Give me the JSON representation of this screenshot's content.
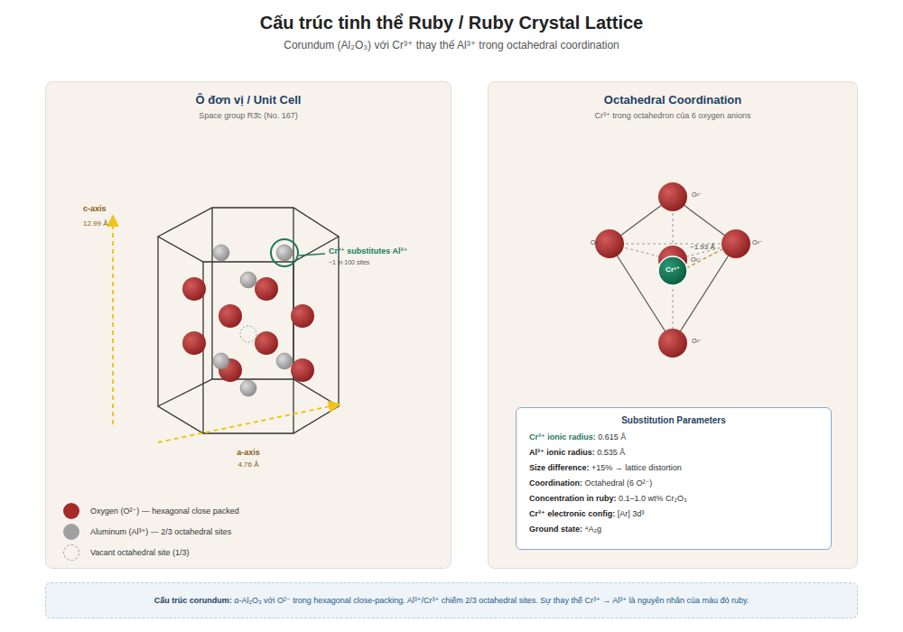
{
  "diagram": {
    "title": "Cấu trúc tinh thể Ruby / Ruby Crystal Lattice",
    "caption": "Cấu trúc corundum: α-Al₂O₃ với O²⁻ trong hexagonal close-packing. Al³⁺/Cr³⁺ chiếm 2/3 octahedral sites. Sự thay thế Cr³⁺ → Al³⁺ là nguyên nhân của màu đỏ ruby.",
    "nodes": [
      {
        "text": [
          "Ô đơn vị / Unit Cell",
          "Space group R3̄c (No. 167)"
        ]
      },
      {
        "text": [
          "Octahedral Coordination",
          "Cr³⁺ trong octahedron của 6 oxygen anions"
        ]
      },
      {
        "text": [
          "Substitution Parameters",
          "Cr³⁺ ionic radius: 0.615 Å",
          "Al³⁺ ionic radius: 0.535 Å",
          "Size difference: +15% → lattice distortion",
          "Coordination: Octahedral (6 O²⁻)",
          "Concentration in ruby: 0.1–1.0 wt% Cr₂O₃",
          "Cr³⁺ electronic config: [Ar] 3d³",
          "Ground state: ⁴A₂g"
        ],
        "in": 1
      }
    ],
    "labels": [
      "Corundum (Al₂O₃) với Cr³⁺ thay thế Al³⁺ trong octahedral coordination",
      "c-axis",
      "12.99 Å",
      "Cr³⁺ substitutes Al³⁺",
      "~1 in 100 sites",
      "a-axis",
      "4.76 Å",
      "O²⁻",
      "O²⁻",
      "O²⁻",
      "~1.93 Å",
      "O²⁻",
      "Cr³⁺",
      "O²⁻"
    ],
    "legend": [
      {
        "text": "Oxygen (O²⁻) — hexagonal close packed",
        "color": "#a52a2a"
      },
      {
        "text": "Aluminum (Al³⁺) — 2/3 octahedral sites",
        "color": "#a0a0a0"
      },
      {
        "text": "Vacant octahedral site (1/3)"
      }
    ]
  }
}
